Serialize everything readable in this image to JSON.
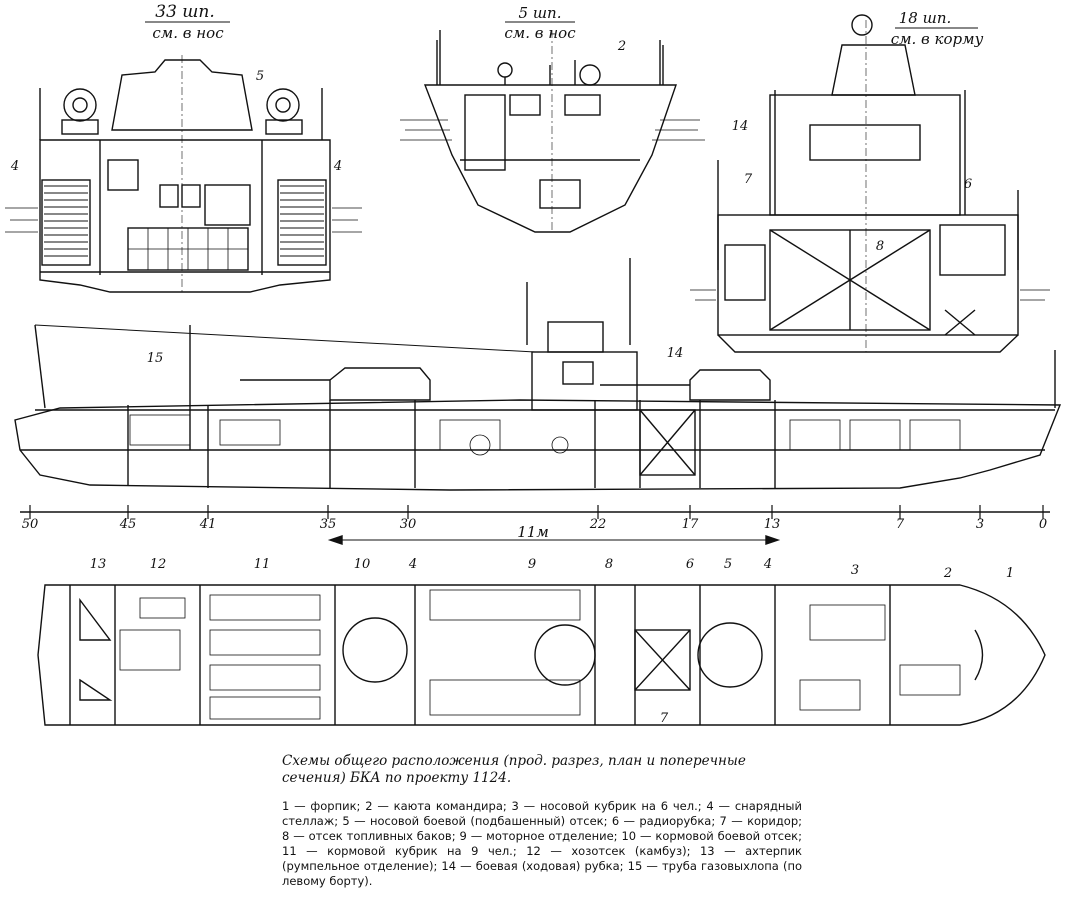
{
  "sections": {
    "section33": {
      "line1": "33 шп.",
      "line2": "см. в нос"
    },
    "section5": {
      "line1": "5 шп.",
      "line2": "см. в нос"
    },
    "section18": {
      "line1": "18 шп.",
      "line2": "см. в корму"
    }
  },
  "callouts": {
    "s33": [
      "4",
      "5",
      "4"
    ],
    "s5": [
      "2"
    ],
    "s18": [
      "14",
      "7",
      "6",
      "8"
    ],
    "profile": [
      "15",
      "14"
    ],
    "plan": [
      "13",
      "12",
      "11",
      "10",
      "4",
      "9",
      "8",
      "6",
      "5",
      "4",
      "3",
      "2",
      "1",
      "7"
    ]
  },
  "scale": {
    "ticks": [
      "50",
      "45",
      "41",
      "35",
      "30",
      "22",
      "17",
      "13",
      "7",
      "3",
      "0"
    ],
    "length_label": "11м"
  },
  "caption": "Схемы общего расположения (прод. разрез, план и поперечные сечения) БКА по проекту 1124.",
  "legend": "1 — форпик; 2 — каюта командира; 3 — носовой кубрик на 6 чел.; 4 — снарядный стеллаж; 5 — носовой боевой (подбашенный) отсек; 6 — радиорубка; 7 — коридор; 8 — отсек топливных баков; 9 — моторное отделение; 10 — кормовой боевой отсек; 11 — кормовой кубрик на 9 чел.; 12 — хозотсек (камбуз); 13 — ахтерпик (румпельное отделение); 14 — боевая (ходовая) рубка; 15 — труба газовыхлопа (по левому борту)."
}
